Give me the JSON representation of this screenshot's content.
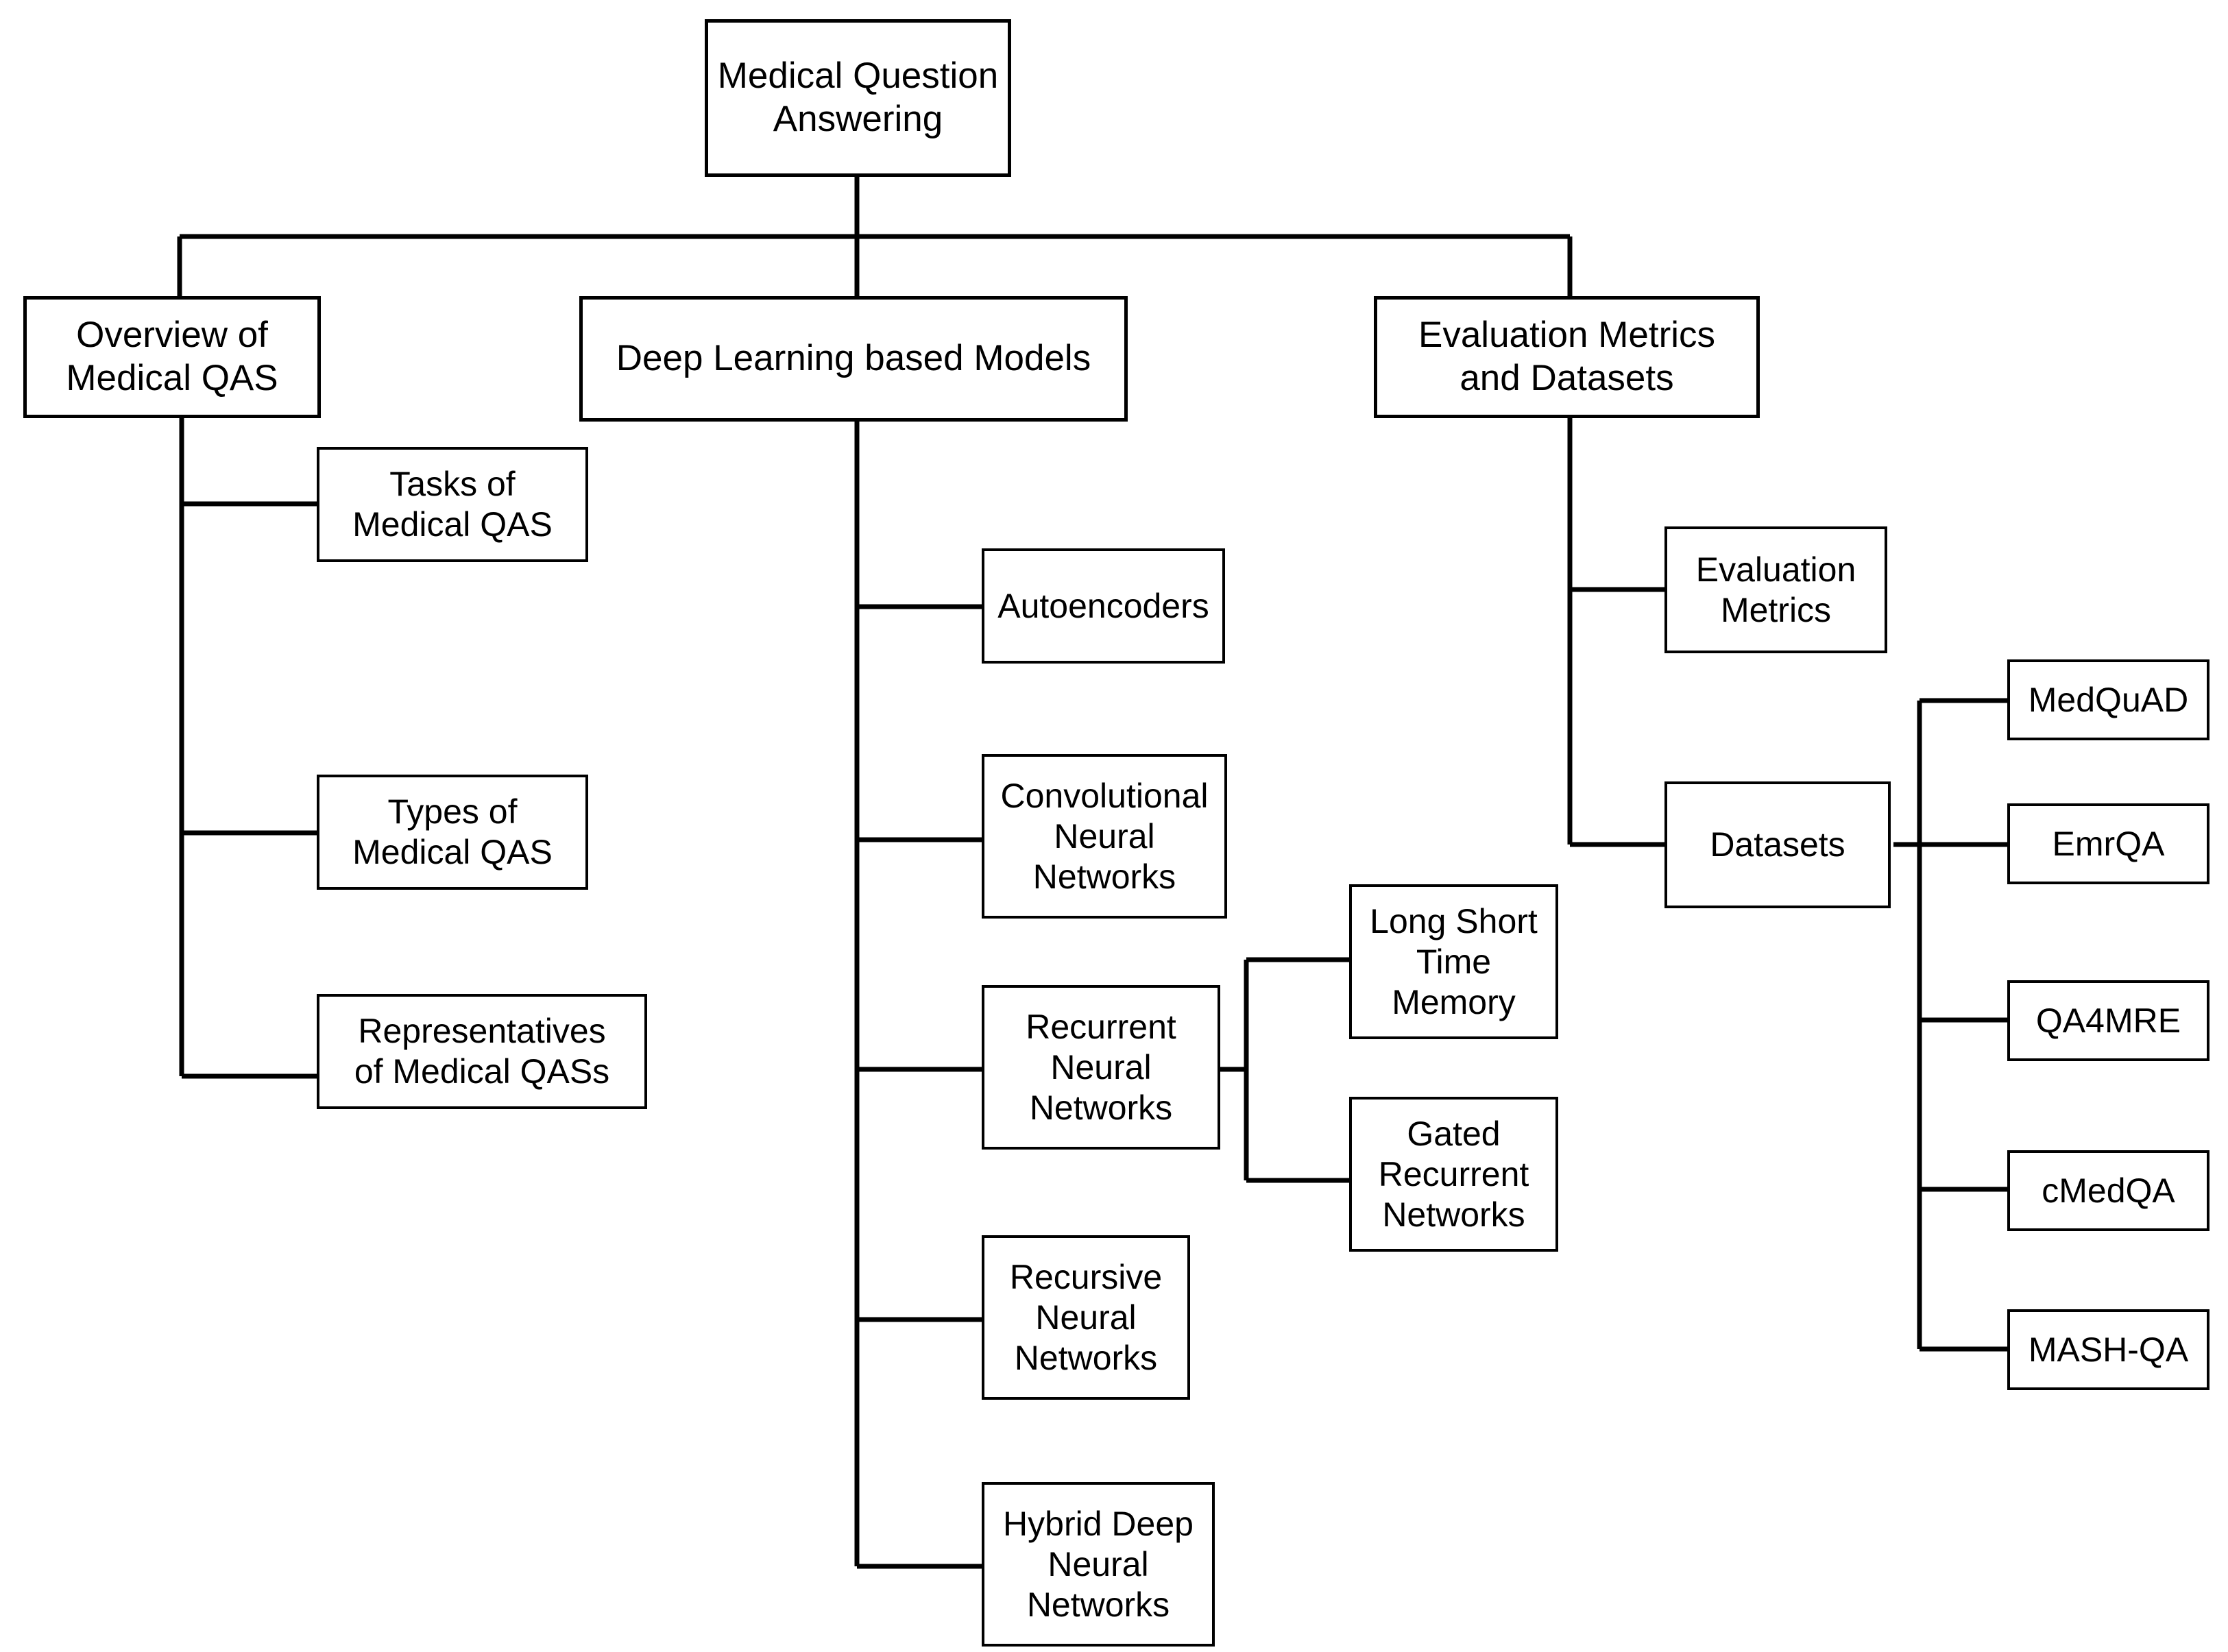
{
  "diagram": {
    "title": "Medical Question Answering",
    "type": "tree-taxonomy-diagram",
    "palette": {
      "background": "#ffffff",
      "box_fill": "#ffffff",
      "box_stroke": "#000000",
      "edge_stroke": "#000000",
      "text": "#000000"
    },
    "root": {
      "label": "Medical Question\nAnswering"
    },
    "branches": [
      {
        "label": "Overview of\nMedical QAS",
        "children": [
          {
            "label": "Tasks of\nMedical QAS"
          },
          {
            "label": "Types of\nMedical QAS"
          },
          {
            "label": "Representatives\nof Medical QASs"
          }
        ]
      },
      {
        "label": "Deep Learning based Models",
        "children": [
          {
            "label": "Autoencoders"
          },
          {
            "label": "Convolutional\nNeural\nNetworks"
          },
          {
            "label": "Recurrent\nNeural\nNetworks",
            "children": [
              {
                "label": "Long Short\nTime\nMemory"
              },
              {
                "label": "Gated\nRecurrent\nNetworks"
              }
            ]
          },
          {
            "label": "Recursive\nNeural\nNetworks"
          },
          {
            "label": "Hybrid Deep\nNeural\nNetworks"
          }
        ]
      },
      {
        "label": "Evaluation Metrics\nand Datasets",
        "children": [
          {
            "label": "Evaluation\nMetrics"
          },
          {
            "label": "Datasets",
            "children": [
              {
                "label": "MedQuAD"
              },
              {
                "label": "EmrQA"
              },
              {
                "label": "QA4MRE"
              },
              {
                "label": "cMedQA"
              },
              {
                "label": "MASH-QA"
              }
            ]
          }
        ]
      }
    ]
  }
}
